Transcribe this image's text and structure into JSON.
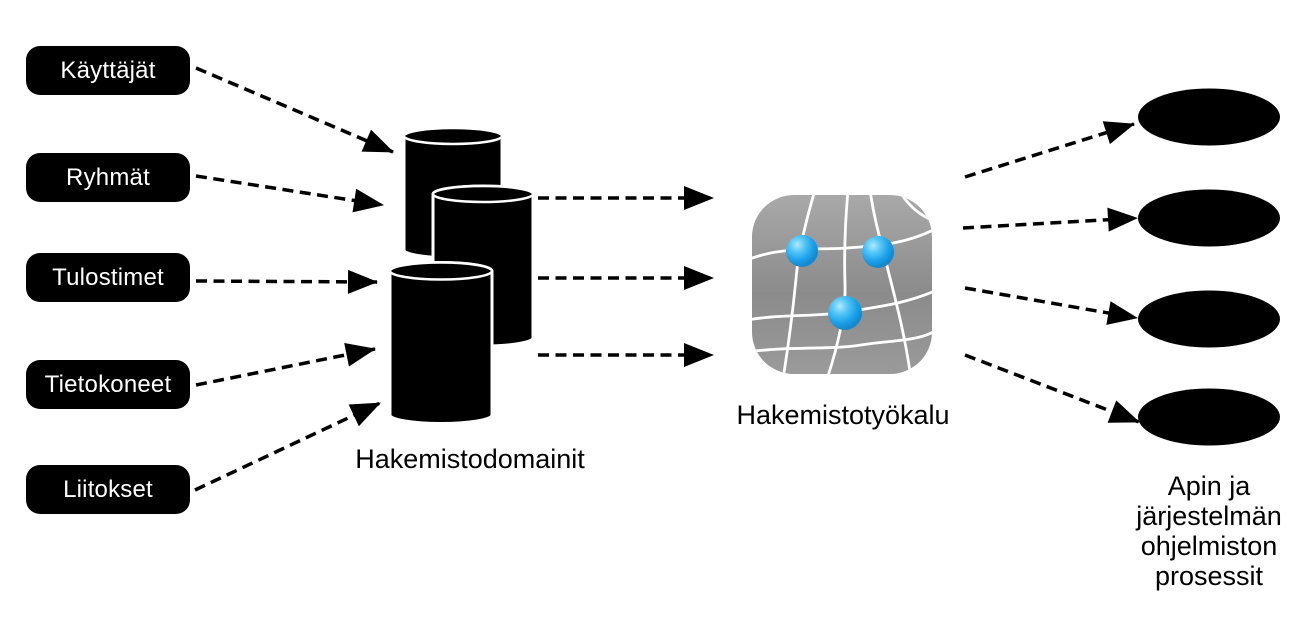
{
  "figure": {
    "background": "#ffffff",
    "sources": [
      {
        "label": "Käyttäjät"
      },
      {
        "label": "Ryhmät"
      },
      {
        "label": "Tulostimet"
      },
      {
        "label": "Tietokoneet"
      },
      {
        "label": "Liitokset"
      }
    ],
    "directory_domains": {
      "caption": "Hakemistodomainit",
      "cylinder_count": 3
    },
    "directory_utility": {
      "caption": "Hakemistotyökalu",
      "icon": "directory-utility-network-globe-icon",
      "node_count": 3
    },
    "processes": {
      "caption": "Apin ja\njärjestelmän\nohjelmiston\nprosessit",
      "ellipse_count": 4
    },
    "flow": [
      "Käyttäjät → Hakemistodomainit",
      "Ryhmät → Hakemistodomainit",
      "Tulostimet → Hakemistodomainit",
      "Tietokoneet → Hakemistodomainit",
      "Liitokset → Hakemistodomainit",
      "Hakemistodomainit → Hakemistotyökalu (3 nuolta)",
      "Hakemistotyökalu → prosessit (4 nuolta)"
    ],
    "colors": {
      "shape_black": "#000000",
      "icon_gray_light": "#a9a9a9",
      "icon_gray_dark": "#8b8b8b",
      "node_blue": "#2aa9ee",
      "grid_white": "#ffffff"
    }
  }
}
